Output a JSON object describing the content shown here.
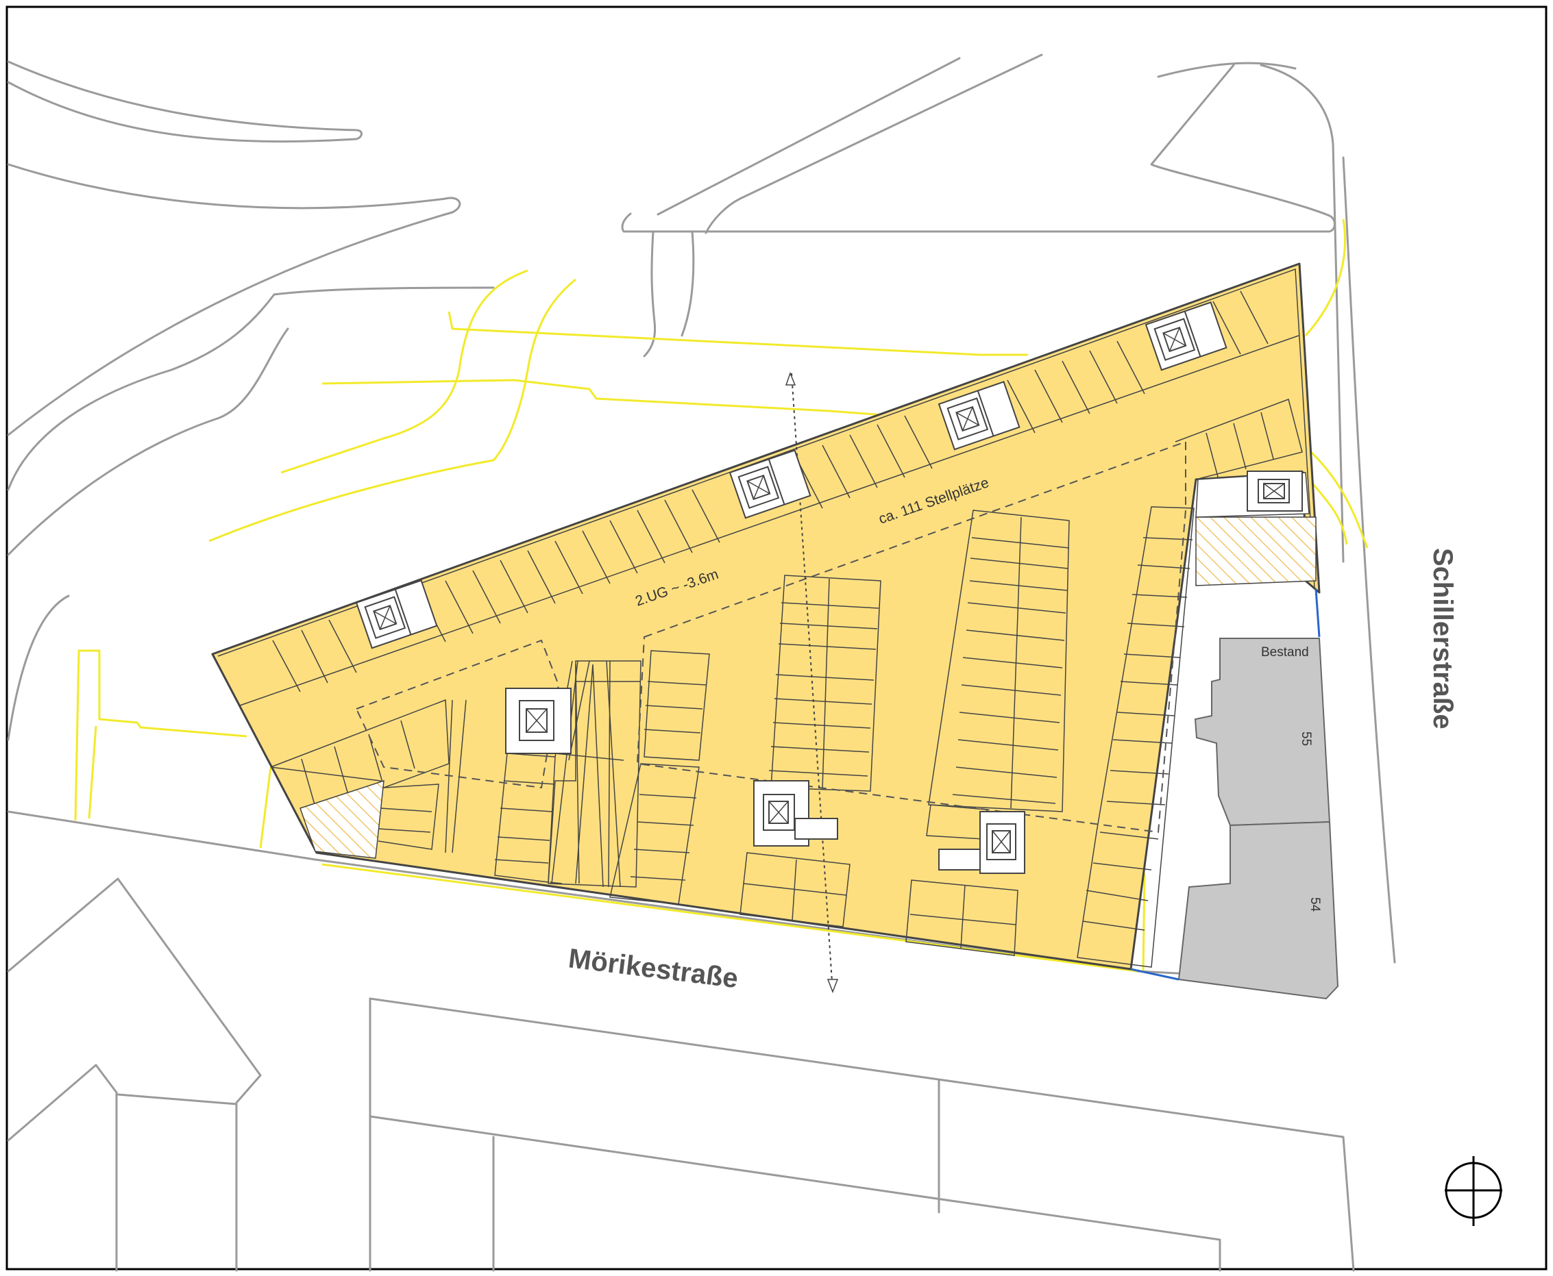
{
  "labels": {
    "moerikestrasse": "Mörikestraße",
    "schillerstrasse": "Schillerstraße",
    "level": "2.UG ~ -3.6m",
    "parking": "ca. 111 Stellplätze",
    "existing": "Bestand",
    "house_55": "55",
    "house_54": "54"
  },
  "colors": {
    "parking_fill": "#fddf80",
    "existing_fill": "#c8c8c8",
    "utility_line": "#f2ea2a",
    "context_line": "#9a9a9a",
    "boundary_line": "#2a66c8"
  },
  "icons": {
    "stair_core": "stair-core-icon",
    "hatched_area": "hatch-pattern",
    "north_arrow": "north-arrow-icon"
  }
}
